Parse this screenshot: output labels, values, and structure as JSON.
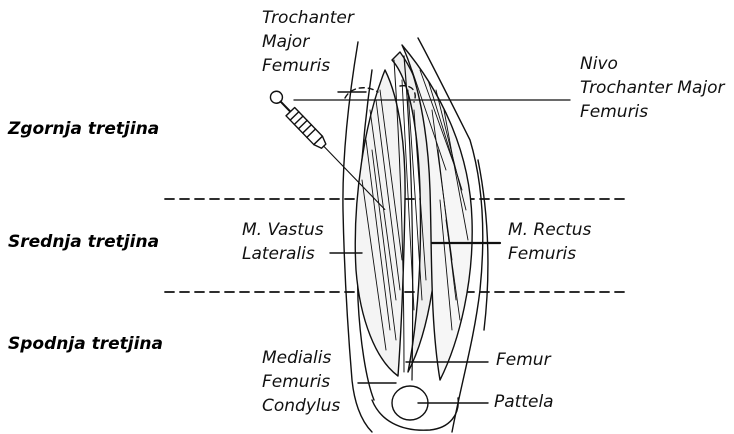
{
  "regions": {
    "upper": "Zgornja tretjina",
    "middle": "Srednja tretjina",
    "lower": "Spodnja tretjina"
  },
  "labels": {
    "trochanter": [
      "Trochanter",
      "Major",
      "Femuris"
    ],
    "nivo": [
      "Nivo",
      "Trochanter Major",
      "Femuris"
    ],
    "vastus": [
      "M. Vastus",
      "Lateralis"
    ],
    "rectus": [
      "M. Rectus",
      "Femuris"
    ],
    "medialis": [
      "Medialis",
      "Femuris",
      "Condylus"
    ],
    "femur": "Femur",
    "pattela": "Pattela"
  },
  "colors": {
    "ink": "#111111",
    "background": "#ffffff"
  }
}
